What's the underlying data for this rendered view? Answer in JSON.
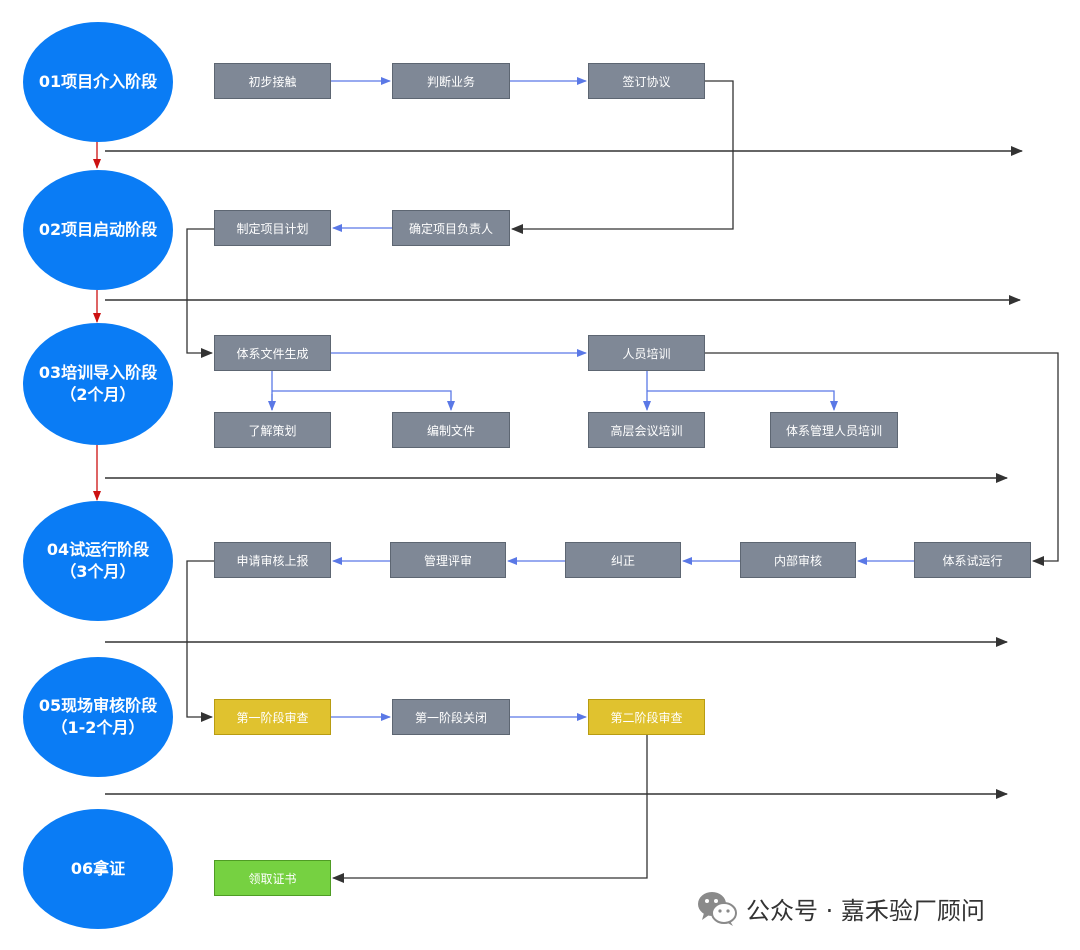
{
  "colors": {
    "stage_fill": "#0a7cf5",
    "task_gray": "#7f8896",
    "task_yellow": "#e0c22f",
    "task_green": "#76d141",
    "flow_blue": "#5a78e6",
    "flow_dark": "#333333",
    "stage_link_red": "#cc1111"
  },
  "stages": [
    {
      "id": "s1",
      "line1": "01项目介入阶段",
      "line2": ""
    },
    {
      "id": "s2",
      "line1": "02项目启动阶段",
      "line2": ""
    },
    {
      "id": "s3",
      "line1": "03培训导入阶段",
      "line2": "（2个月）"
    },
    {
      "id": "s4",
      "line1": "04试运行阶段",
      "line2": "（3个月）"
    },
    {
      "id": "s5",
      "line1": "05现场审核阶段",
      "line2": "（1-2个月）"
    },
    {
      "id": "s6",
      "line1": "06拿证",
      "line2": ""
    }
  ],
  "tasks": [
    {
      "id": "t_chubu",
      "label": "初步接触",
      "color": "gray"
    },
    {
      "id": "t_panduan",
      "label": "判断业务",
      "color": "gray"
    },
    {
      "id": "t_qianding",
      "label": "签订协议",
      "color": "gray"
    },
    {
      "id": "t_zhiding",
      "label": "制定项目计划",
      "color": "gray"
    },
    {
      "id": "t_queding",
      "label": "确定项目负责人",
      "color": "gray"
    },
    {
      "id": "t_tixiwenjian",
      "label": "体系文件生成",
      "color": "gray"
    },
    {
      "id": "t_renyuan",
      "label": "人员培训",
      "color": "gray"
    },
    {
      "id": "t_liaojie",
      "label": "了解策划",
      "color": "gray"
    },
    {
      "id": "t_bianzhi",
      "label": "编制文件",
      "color": "gray"
    },
    {
      "id": "t_gaoceng",
      "label": "高层会议培训",
      "color": "gray"
    },
    {
      "id": "t_tiximgmt",
      "label": "体系管理人员培训",
      "color": "gray"
    },
    {
      "id": "t_shenqing",
      "label": "申请审核上报",
      "color": "gray"
    },
    {
      "id": "t_guanli",
      "label": "管理评审",
      "color": "gray"
    },
    {
      "id": "t_jiuzheng",
      "label": "纠正",
      "color": "gray"
    },
    {
      "id": "t_neibu",
      "label": "内部审核",
      "color": "gray"
    },
    {
      "id": "t_shiyunxing",
      "label": "体系试运行",
      "color": "gray"
    },
    {
      "id": "t_diyijieduan",
      "label": "第一阶段审查",
      "color": "yellow"
    },
    {
      "id": "t_guanbi",
      "label": "第一阶段关闭",
      "color": "gray"
    },
    {
      "id": "t_dierjieduan",
      "label": "第二阶段审查",
      "color": "yellow"
    },
    {
      "id": "t_lingqu",
      "label": "领取证书",
      "color": "green"
    }
  ],
  "watermark": {
    "text": "公众号 · 嘉禾验厂顾问",
    "icon": "wechat-icon"
  }
}
